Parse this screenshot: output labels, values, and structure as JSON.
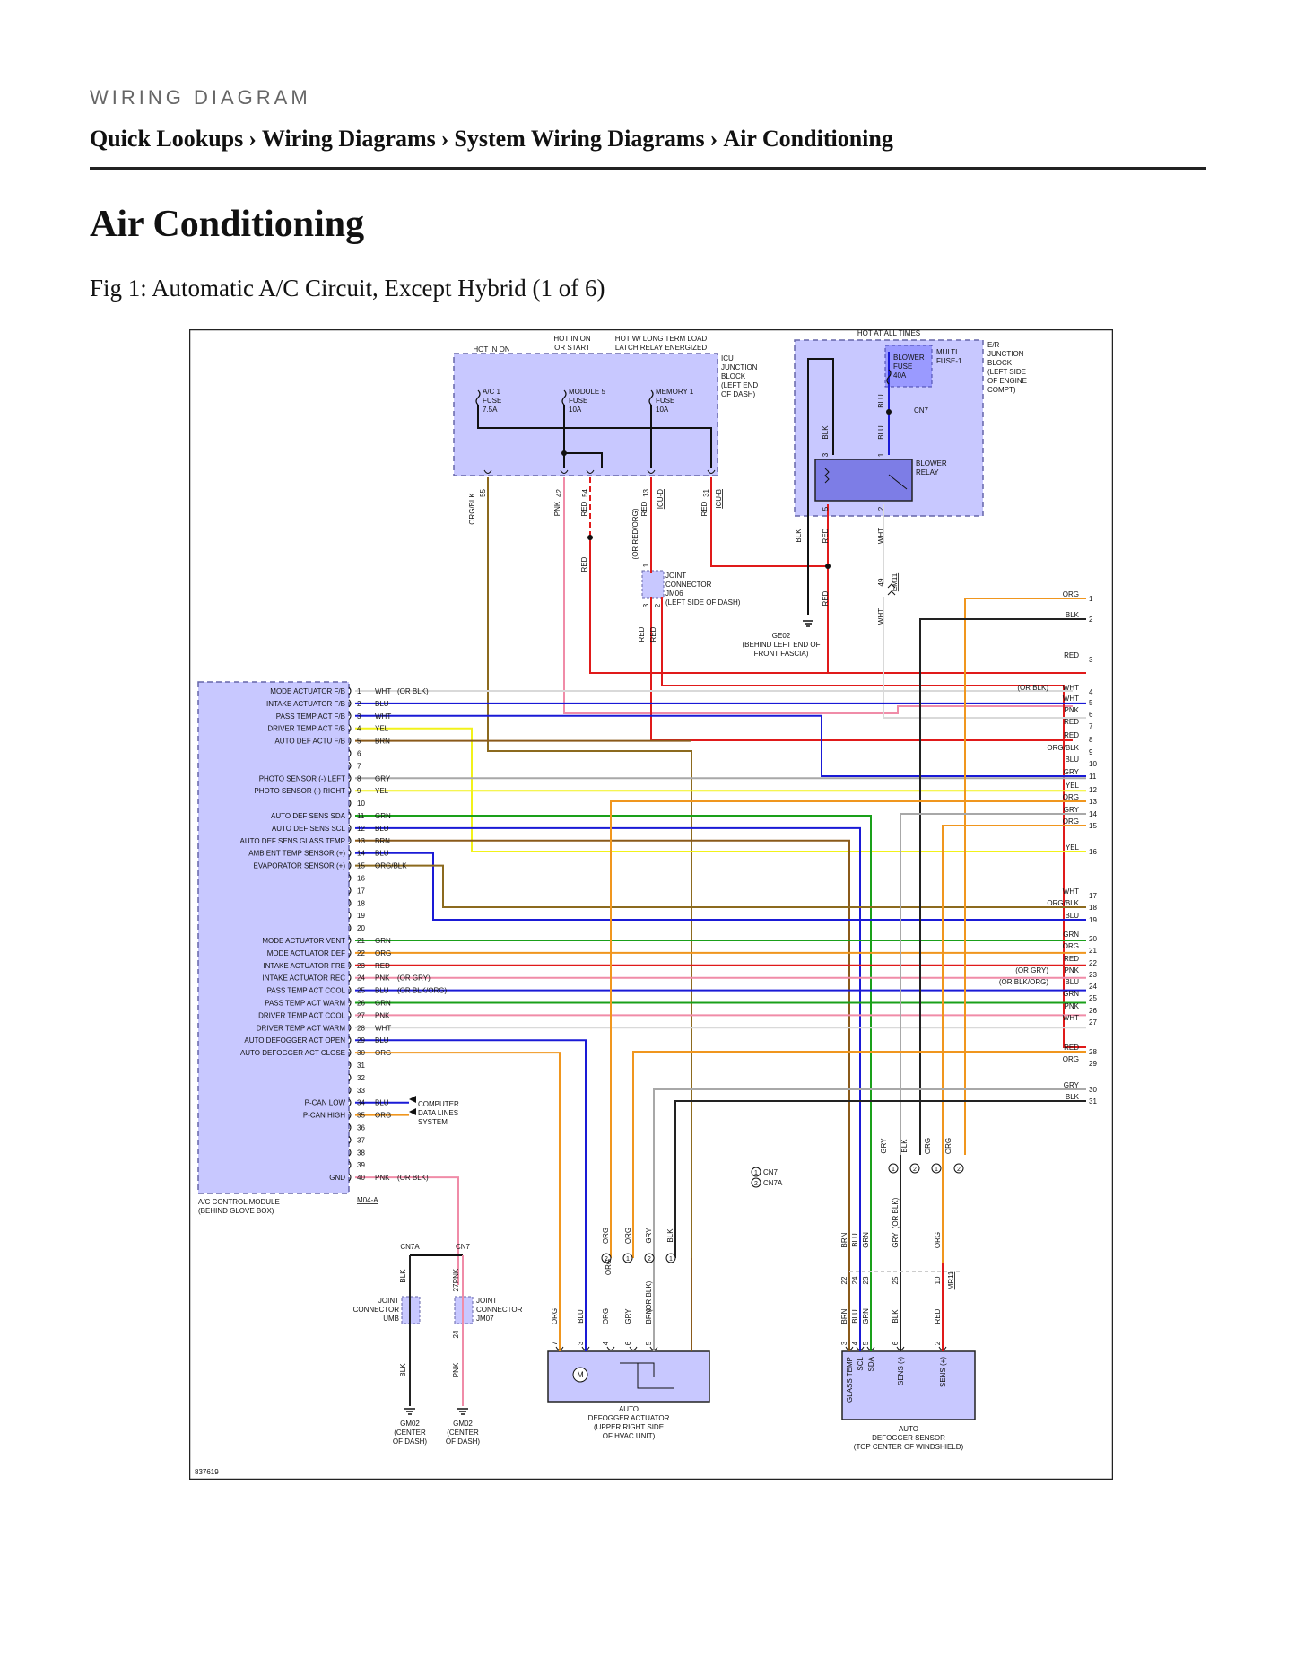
{
  "header": {
    "section_label": "WIRING DIAGRAM",
    "breadcrumb": [
      "Quick Lookups",
      "Wiring Diagrams",
      "System Wiring Diagrams",
      "Air Conditioning"
    ],
    "separator": "›"
  },
  "page": {
    "title": "Air Conditioning",
    "figure_caption": "Fig 1: Automatic A/C Circuit, Except Hybrid (1 of 6)"
  },
  "diagram": {
    "figure_id": "837619",
    "power_labels": {
      "hot_in_on": "HOT IN ON",
      "hot_in_on_or_start": [
        "HOT IN ON",
        "OR START"
      ],
      "hot_long_term": [
        "HOT W/ LONG TERM LOAD",
        "LATCH RELAY ENERGIZED"
      ],
      "hot_at_all_times": "HOT AT ALL TIMES"
    },
    "icu_block": {
      "name_lines": [
        "ICU",
        "JUNCTION",
        "BLOCK",
        "(LEFT END",
        "OF DASH)"
      ],
      "fuses": [
        {
          "lines": [
            "A/C 1",
            "FUSE",
            "7.5A"
          ]
        },
        {
          "lines": [
            "MODULE 5",
            "FUSE",
            "10A"
          ]
        },
        {
          "lines": [
            "MEMORY 1",
            "FUSE",
            "10A"
          ]
        }
      ],
      "pins": [
        "55",
        "42",
        "54",
        "13",
        "31"
      ],
      "connectors": [
        "ICU-D",
        "ICU-B"
      ]
    },
    "er_block": {
      "name_lines": [
        "E/R",
        "JUNCTION",
        "BLOCK",
        "(LEFT SIDE",
        "OF ENGINE",
        "COMPT)"
      ],
      "fuse_lines": [
        "BLOWER",
        "FUSE",
        "40A"
      ],
      "multi_fuse_lines": [
        "MULTI",
        "FUSE-1"
      ],
      "connector": "CN7",
      "relay_lines": [
        "BLOWER",
        "RELAY"
      ],
      "relay_pins": [
        "3",
        "1",
        "5",
        "2"
      ]
    },
    "joint_jm06": {
      "lines": [
        "JOINT",
        "CONNECTOR",
        "JM06",
        "(LEFT SIDE OF DASH)"
      ],
      "pins": [
        "1",
        "3",
        "2"
      ]
    },
    "ground_ge02": {
      "lines": [
        "GE02",
        "(BEHIND LEFT END OF",
        "FRONT FASCIA)"
      ]
    },
    "em11": {
      "pin": "49",
      "name": "EM11"
    },
    "upper_wires": {
      "org_blk": "ORG/BLK",
      "pnk": "PNK",
      "red": "RED",
      "or_red_org": "(OR RED/ORG)",
      "blk": "BLK",
      "wht": "WHT",
      "blu": "BLU"
    },
    "module": {
      "name_lines": [
        "A/C CONTROL MODULE",
        "(BEHIND GLOVE BOX)"
      ],
      "connector": "M04-A",
      "pins": [
        {
          "num": "1",
          "label": "MODE ACTUATOR F/B",
          "wire": "WHT",
          "alt": "(OR BLK)"
        },
        {
          "num": "2",
          "label": "INTAKE ACTUATOR F/B",
          "wire": "BLU",
          "alt": ""
        },
        {
          "num": "3",
          "label": "PASS TEMP ACT F/B",
          "wire": "WHT",
          "alt": ""
        },
        {
          "num": "4",
          "label": "DRIVER TEMP ACT F/B",
          "wire": "YEL",
          "alt": ""
        },
        {
          "num": "5",
          "label": "AUTO DEF ACTU F/B",
          "wire": "BRN",
          "alt": ""
        },
        {
          "num": "6",
          "label": "",
          "wire": "",
          "alt": ""
        },
        {
          "num": "7",
          "label": "",
          "wire": "",
          "alt": ""
        },
        {
          "num": "8",
          "label": "PHOTO SENSOR (-) LEFT",
          "wire": "GRY",
          "alt": ""
        },
        {
          "num": "9",
          "label": "PHOTO SENSOR (-) RIGHT",
          "wire": "YEL",
          "alt": ""
        },
        {
          "num": "10",
          "label": "",
          "wire": "",
          "alt": ""
        },
        {
          "num": "11",
          "label": "AUTO DEF SENS SDA",
          "wire": "GRN",
          "alt": ""
        },
        {
          "num": "12",
          "label": "AUTO DEF SENS SCL",
          "wire": "BLU",
          "alt": ""
        },
        {
          "num": "13",
          "label": "AUTO DEF SENS GLASS TEMP",
          "wire": "BRN",
          "alt": ""
        },
        {
          "num": "14",
          "label": "AMBIENT TEMP SENSOR (+)",
          "wire": "BLU",
          "alt": ""
        },
        {
          "num": "15",
          "label": "EVAPORATOR SENSOR (+)",
          "wire": "ORG/BLK",
          "alt": ""
        },
        {
          "num": "16",
          "label": "",
          "wire": "",
          "alt": ""
        },
        {
          "num": "17",
          "label": "",
          "wire": "",
          "alt": ""
        },
        {
          "num": "18",
          "label": "",
          "wire": "",
          "alt": ""
        },
        {
          "num": "19",
          "label": "",
          "wire": "",
          "alt": ""
        },
        {
          "num": "20",
          "label": "",
          "wire": "",
          "alt": ""
        },
        {
          "num": "21",
          "label": "MODE ACTUATOR VENT",
          "wire": "GRN",
          "alt": ""
        },
        {
          "num": "22",
          "label": "MODE ACTUATOR DEF",
          "wire": "ORG",
          "alt": ""
        },
        {
          "num": "23",
          "label": "INTAKE ACTUATOR FRE",
          "wire": "RED",
          "alt": ""
        },
        {
          "num": "24",
          "label": "INTAKE ACTUATOR REC",
          "wire": "PNK",
          "alt": "(OR GRY)"
        },
        {
          "num": "25",
          "label": "PASS TEMP ACT COOL",
          "wire": "BLU",
          "alt": "(OR BLK/ORG)"
        },
        {
          "num": "26",
          "label": "PASS TEMP ACT WARM",
          "wire": "GRN",
          "alt": ""
        },
        {
          "num": "27",
          "label": "DRIVER TEMP ACT COOL",
          "wire": "PNK",
          "alt": ""
        },
        {
          "num": "28",
          "label": "DRIVER TEMP ACT WARM",
          "wire": "WHT",
          "alt": ""
        },
        {
          "num": "29",
          "label": "AUTO DEFOGGER ACT OPEN",
          "wire": "BLU",
          "alt": ""
        },
        {
          "num": "30",
          "label": "AUTO DEFOGGER ACT CLOSE",
          "wire": "ORG",
          "alt": ""
        },
        {
          "num": "31",
          "label": "",
          "wire": "",
          "alt": ""
        },
        {
          "num": "32",
          "label": "",
          "wire": "",
          "alt": ""
        },
        {
          "num": "33",
          "label": "",
          "wire": "",
          "alt": ""
        },
        {
          "num": "34",
          "label": "P-CAN LOW",
          "wire": "BLU",
          "alt": ""
        },
        {
          "num": "35",
          "label": "P-CAN HIGH",
          "wire": "ORG",
          "alt": ""
        },
        {
          "num": "36",
          "label": "",
          "wire": "",
          "alt": ""
        },
        {
          "num": "37",
          "label": "",
          "wire": "",
          "alt": ""
        },
        {
          "num": "38",
          "label": "",
          "wire": "",
          "alt": ""
        },
        {
          "num": "39",
          "label": "",
          "wire": "",
          "alt": ""
        },
        {
          "num": "40",
          "label": "GND",
          "wire": "PNK",
          "alt": "(OR BLK)"
        }
      ],
      "computer_lines": [
        "COMPUTER",
        "DATA LINES",
        "SYSTEM"
      ]
    },
    "right_pins": [
      {
        "num": "1",
        "wire": "ORG",
        "alt": ""
      },
      {
        "num": "2",
        "wire": "BLK",
        "alt": ""
      },
      {
        "num": "3",
        "wire": "RED",
        "alt": ""
      },
      {
        "num": "4",
        "wire": "WHT",
        "alt": "(OR BLK)"
      },
      {
        "num": "5",
        "wire": "WHT",
        "alt": ""
      },
      {
        "num": "6",
        "wire": "PNK",
        "alt": ""
      },
      {
        "num": "7",
        "wire": "RED",
        "alt": ""
      },
      {
        "num": "8",
        "wire": "RED",
        "alt": ""
      },
      {
        "num": "9",
        "wire": "ORG/BLK",
        "alt": ""
      },
      {
        "num": "10",
        "wire": "BLU",
        "alt": ""
      },
      {
        "num": "11",
        "wire": "GRY",
        "alt": ""
      },
      {
        "num": "12",
        "wire": "YEL",
        "alt": ""
      },
      {
        "num": "13",
        "wire": "ORG",
        "alt": ""
      },
      {
        "num": "14",
        "wire": "GRY",
        "alt": ""
      },
      {
        "num": "15",
        "wire": "ORG",
        "alt": ""
      },
      {
        "num": "16",
        "wire": "YEL",
        "alt": ""
      },
      {
        "num": "17",
        "wire": "WHT",
        "alt": ""
      },
      {
        "num": "18",
        "wire": "ORG/BLK",
        "alt": ""
      },
      {
        "num": "19",
        "wire": "BLU",
        "alt": ""
      },
      {
        "num": "20",
        "wire": "GRN",
        "alt": ""
      },
      {
        "num": "21",
        "wire": "ORG",
        "alt": ""
      },
      {
        "num": "22",
        "wire": "RED",
        "alt": ""
      },
      {
        "num": "23",
        "wire": "PNK",
        "alt": "(OR GRY)"
      },
      {
        "num": "24",
        "wire": "BLU",
        "alt": "(OR BLK/ORG)"
      },
      {
        "num": "25",
        "wire": "GRN",
        "alt": ""
      },
      {
        "num": "26",
        "wire": "PNK",
        "alt": ""
      },
      {
        "num": "27",
        "wire": "WHT",
        "alt": ""
      },
      {
        "num": "28",
        "wire": "RED",
        "alt": ""
      },
      {
        "num": "29",
        "wire": "ORG",
        "alt": ""
      },
      {
        "num": "30",
        "wire": "GRY",
        "alt": ""
      },
      {
        "num": "31",
        "wire": "BLK",
        "alt": ""
      }
    ],
    "legend": [
      {
        "num": "1",
        "name": "CN7"
      },
      {
        "num": "2",
        "name": "CN7A"
      }
    ],
    "grounds": [
      {
        "connector": "CN7A",
        "wire": "BLK",
        "joint_lines": [
          "JOINT",
          "CONNECTOR",
          "UMB"
        ],
        "ground_lines": [
          "GM02",
          "(CENTER",
          "OF DASH)"
        ],
        "pin": ""
      },
      {
        "connector": "CN7",
        "wire": "PNK",
        "joint_lines": [
          "JOINT",
          "CONNECTOR",
          "JM07"
        ],
        "ground_lines": [
          "GM02",
          "(CENTER",
          "OF DASH)"
        ],
        "pin_top": "27",
        "pin_bottom": "24"
      }
    ],
    "defogger_actuator": {
      "name_lines": [
        "AUTO",
        "DEFOGGER ACTUATOR",
        "(UPPER RIGHT SIDE",
        "OF HVAC UNIT)"
      ],
      "pins": [
        "7",
        "3",
        "4",
        "6",
        "5"
      ],
      "wires": [
        "ORG",
        "BLU",
        "ORG",
        "GRY",
        "BRN"
      ],
      "upper_wires": [
        "ORG",
        "ORG",
        "GRY",
        "BLK"
      ],
      "alt": "(OR BLK)"
    },
    "defogger_sensor": {
      "name_lines": [
        "AUTO",
        "DEFOGGER SENSOR",
        "(TOP CENTER OF WINDSHIELD)"
      ],
      "pins": [
        "3",
        "4",
        "5",
        "6",
        "2"
      ],
      "pin_labels": [
        "GLASS TEMP",
        "SCL",
        "SDA",
        "SENS (-)",
        "SENS (+)"
      ],
      "wires": [
        "BRN",
        "BLU",
        "GRN",
        "BLK",
        "RED"
      ],
      "upper_pins": [
        "22",
        "24",
        "23",
        "25",
        "10"
      ],
      "upper_wires": [
        "BRN",
        "BLU",
        "GRN",
        "GRY",
        "ORG"
      ],
      "top_wires": [
        "GRY",
        "BLK",
        "ORG",
        "ORG"
      ],
      "alt": "(OR BLK)",
      "connector": "MR11"
    },
    "colors": {
      "WHT": "#d9d9d9",
      "BLU": "#1a1ad6",
      "YEL": "#f2f21a",
      "BRN": "#8a5a1a",
      "GRY": "#a8a8a8",
      "GRN": "#1aa01a",
      "ORG": "#f0961e",
      "RED": "#e01a1a",
      "PNK": "#f08ca8",
      "BLK": "#222222",
      "ORG/BLK": "#8c6a1e",
      "block_fill": "#c8c8ff",
      "block_stroke": "#6666aa"
    }
  }
}
